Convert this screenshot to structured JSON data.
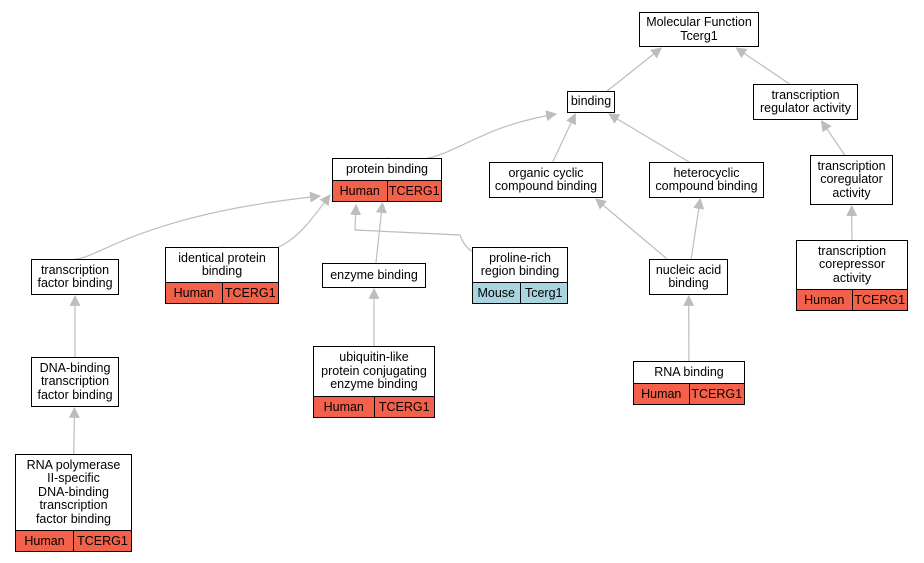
{
  "colors": {
    "human": "#f4614a",
    "mouse": "#a8d5e0",
    "edge": "#bdbdbd"
  },
  "nodes": [
    {
      "id": "molecular-function",
      "label": "Molecular Function\nTcerg1"
    },
    {
      "id": "binding",
      "label": "binding"
    },
    {
      "id": "transcription-regulator-activity",
      "label": "transcription\nregulator activity"
    },
    {
      "id": "protein-binding",
      "label": "protein binding",
      "species": "Human",
      "gene": "TCERG1"
    },
    {
      "id": "organic-cyclic-compound-binding",
      "label": "organic cyclic\ncompound binding"
    },
    {
      "id": "heterocyclic-compound-binding",
      "label": "heterocyclic\ncompound binding"
    },
    {
      "id": "transcription-coregulator-activity",
      "label": "transcription\ncoregulator\nactivity"
    },
    {
      "id": "transcription-factor-binding",
      "label": "transcription\nfactor binding"
    },
    {
      "id": "identical-protein-binding",
      "label": "identical protein\nbinding",
      "species": "Human",
      "gene": "TCERG1"
    },
    {
      "id": "enzyme-binding",
      "label": "enzyme binding"
    },
    {
      "id": "proline-rich-region-binding",
      "label": "proline-rich\nregion binding",
      "species": "Mouse",
      "gene": "Tcerg1"
    },
    {
      "id": "nucleic-acid-binding",
      "label": "nucleic acid\nbinding"
    },
    {
      "id": "transcription-corepressor-activity",
      "label": "transcription\ncorepressor\nactivity",
      "species": "Human",
      "gene": "TCERG1"
    },
    {
      "id": "dna-binding-transcription-factor-binding",
      "label": "DNA-binding\ntranscription\nfactor binding"
    },
    {
      "id": "ubiquitin-like-protein-conjugating-enzyme-binding",
      "label": "ubiquitin-like\nprotein conjugating\nenzyme binding",
      "species": "Human",
      "gene": "TCERG1"
    },
    {
      "id": "rna-binding",
      "label": "RNA binding",
      "species": "Human",
      "gene": "TCERG1"
    },
    {
      "id": "rna-polymerase-ii-specific-dna-binding-transcription-factor-binding",
      "label": "RNA polymerase\nII-specific\nDNA-binding\ntranscription\nfactor binding",
      "species": "Human",
      "gene": "TCERG1"
    }
  ],
  "edges": [
    {
      "from": "binding",
      "to": "molecular-function"
    },
    {
      "from": "transcription-regulator-activity",
      "to": "molecular-function"
    },
    {
      "from": "protein-binding",
      "to": "binding"
    },
    {
      "from": "organic-cyclic-compound-binding",
      "to": "binding"
    },
    {
      "from": "heterocyclic-compound-binding",
      "to": "binding"
    },
    {
      "from": "transcription-coregulator-activity",
      "to": "transcription-regulator-activity"
    },
    {
      "from": "transcription-corepressor-activity",
      "to": "transcription-coregulator-activity"
    },
    {
      "from": "transcription-factor-binding",
      "to": "protein-binding"
    },
    {
      "from": "identical-protein-binding",
      "to": "protein-binding"
    },
    {
      "from": "enzyme-binding",
      "to": "protein-binding"
    },
    {
      "from": "proline-rich-region-binding",
      "to": "protein-binding"
    },
    {
      "from": "nucleic-acid-binding",
      "to": "organic-cyclic-compound-binding"
    },
    {
      "from": "nucleic-acid-binding",
      "to": "heterocyclic-compound-binding"
    },
    {
      "from": "rna-binding",
      "to": "nucleic-acid-binding"
    },
    {
      "from": "ubiquitin-like-protein-conjugating-enzyme-binding",
      "to": "enzyme-binding"
    },
    {
      "from": "dna-binding-transcription-factor-binding",
      "to": "transcription-factor-binding"
    },
    {
      "from": "rna-polymerase-ii-specific-dna-binding-transcription-factor-binding",
      "to": "dna-binding-transcription-factor-binding"
    }
  ]
}
